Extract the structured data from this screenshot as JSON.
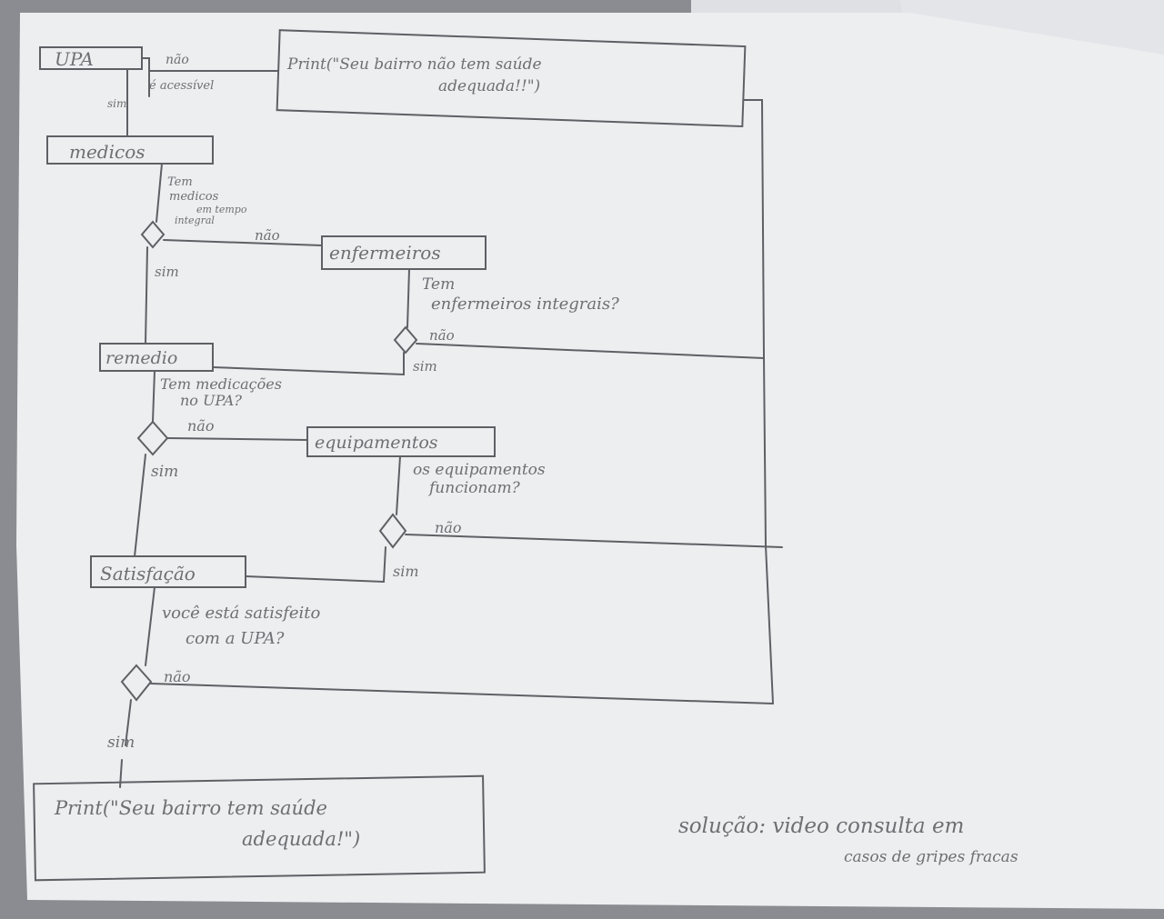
{
  "paper_color": "#eceef0",
  "ink_color": "#5f6065",
  "nodes": {
    "upa": "UPA",
    "medicos": "medicos",
    "enfermeiros": "enfermeiros",
    "remedio": "remedio",
    "equipamentos": "equipamentos",
    "satisfacao": "Satisfação"
  },
  "conditions": {
    "upa": "é acessível",
    "medicos_line1": "Tem",
    "medicos_line2": "medicos",
    "medicos_line3": "em tempo",
    "medicos_line4": "integral",
    "enfermeiros_line1": "Tem",
    "enfermeiros_line2": "enfermeiros integrais?",
    "remedio_line1": "Tem medicações",
    "remedio_line2": "no UPA?",
    "equipamentos_line1": "os equipamentos",
    "equipamentos_line2": "funcionam?",
    "satisfacao_line1": "você está satisfeito",
    "satisfacao_line2": "com a UPA?"
  },
  "labels": {
    "yes": "sim",
    "no": "não"
  },
  "outputs": {
    "bad_line1": "Print(\"Seu bairro não tem saúde",
    "bad_line2": "adequada!!\")",
    "good_line1": "Print(\"Seu bairro tem saúde",
    "good_line2": "adequada!\")"
  },
  "solution": {
    "line1": "solução: video consulta em",
    "line2": "casos de gripes fracas"
  }
}
